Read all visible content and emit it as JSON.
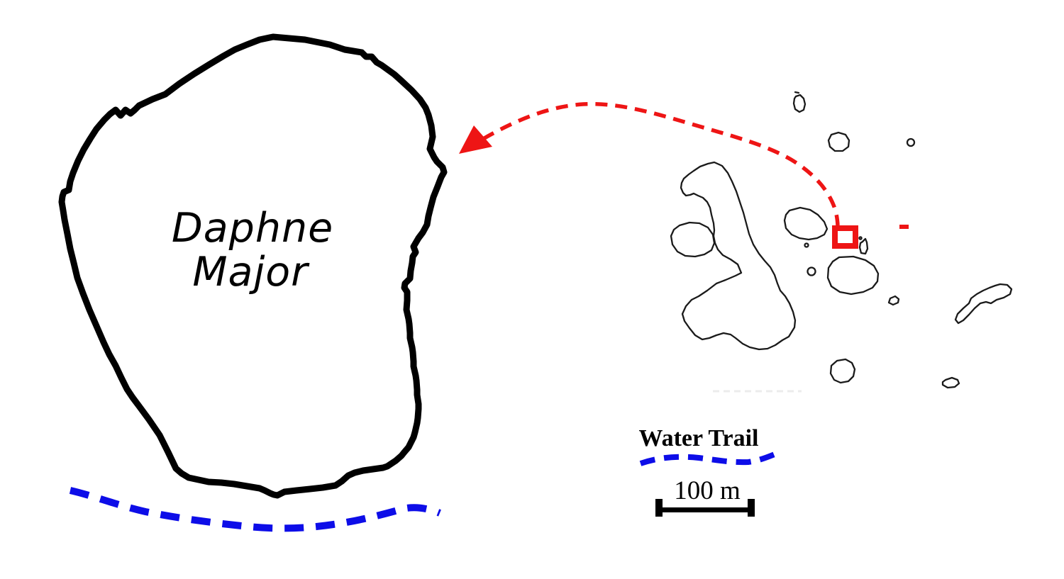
{
  "main_map": {
    "island_label_line1": "Daphne",
    "island_label_line2": "Major"
  },
  "legend": {
    "water_trail_label": "Water Trail",
    "scale_label": "100 m"
  },
  "colors": {
    "outline_black": "#000000",
    "water_trail_blue": "#0d0de8",
    "locator_red": "#ee1515",
    "background": "#ffffff",
    "artifact_gray": "#ececec"
  }
}
